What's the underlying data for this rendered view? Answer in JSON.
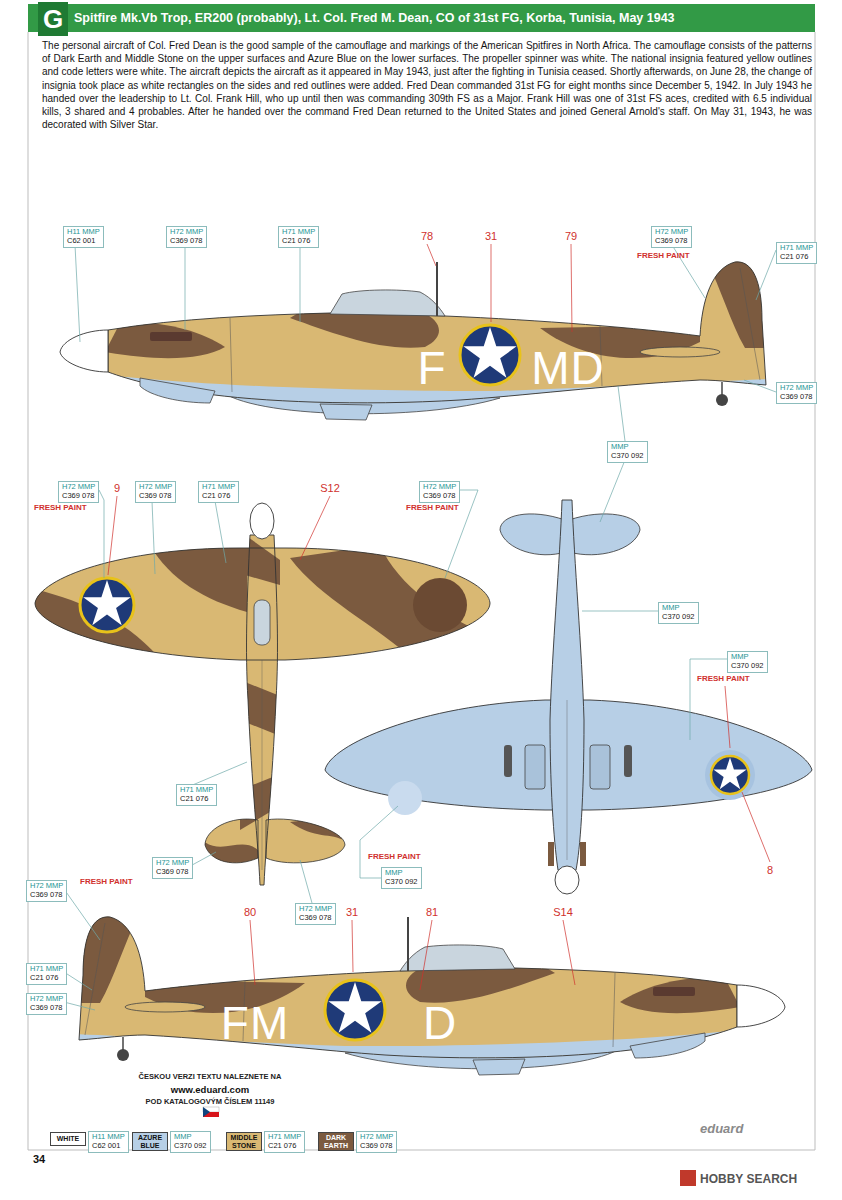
{
  "diagram": {
    "title": "Spitfire Mk.Vb Trop, ER200 (probably), Lt. Col. Fred M. Dean, CO of 31st FG, Korba, Tunisia, May 1943",
    "caption": "The personal aircraft of Col. Fred Dean is the good sample of the camouflage and markings of the American Spitfires in North Africa. The camouflage consists of the patterns of Dark Earth and Middle Stone on the upper surfaces and Azure Blue on the lower surfaces. The propeller spinner was white. The national insignia featured yellow outlines and code letters were white. The aircraft depicts the aircraft as it appeared in May 1943, just after the fighting in Tunisia ceased. Shortly afterwards, on June 28, the change of insignia took place as white rectangles on the sides and red outlines were added. Fred Dean commanded 31st FG for eight months since December 5, 1942. In July 1943 he handed over the leadership to Lt. Col. Frank Hill, who up until then was commanding 309th FS as a Major. Frank Hill was one of 31st FS aces, credited with 6.5 individual kills, 3 shared and 4 probables. After he handed over the command Fred Dean returned to the United States and joined General Arnold's staff. On May 31, 1943, he was decorated with Silver Star.",
    "nodes": [
      {
        "text": [
          "H11 MMP",
          "C62 001"
        ]
      },
      {
        "text": [
          "H72 MMP",
          "C369 078"
        ]
      },
      {
        "text": [
          "H71 MMP",
          "C21 076"
        ]
      },
      {
        "text": [
          "H72 MMP",
          "C369 078"
        ]
      },
      {
        "text": [
          "H71 MMP",
          "C21 076"
        ]
      },
      {
        "text": [
          "H72 MMP",
          "C369 078"
        ]
      },
      {
        "text": [
          "MMP",
          "C370 092"
        ]
      },
      {
        "text": [
          "H72 MMP",
          "C369 078"
        ]
      },
      {
        "text": [
          "H72 MMP",
          "C369 078"
        ]
      },
      {
        "text": [
          "H71 MMP",
          "C21 076"
        ]
      },
      {
        "text": [
          "H72 MMP",
          "C369 078"
        ]
      },
      {
        "text": [
          "H71 MMP",
          "C21 076"
        ]
      },
      {
        "text": [
          "H72 MMP",
          "C369 078"
        ]
      },
      {
        "text": [
          "H72 MMP",
          "C369 078"
        ]
      },
      {
        "text": [
          "MMP",
          "C370 092"
        ]
      },
      {
        "text": [
          "MMP",
          "C370 092"
        ]
      },
      {
        "text": [
          "MMP",
          "C370 092"
        ]
      },
      {
        "text": [
          "H72 MMP",
          "C369 078"
        ]
      },
      {
        "text": [
          "H71 MMP",
          "C21 076"
        ]
      },
      {
        "text": [
          "H72 MMP",
          "C369 078"
        ]
      },
      {
        "text": [
          "H11 MMP",
          "C62 001"
        ]
      },
      {
        "text": [
          "MMP",
          "C370 092"
        ]
      },
      {
        "text": [
          "H71 MMP",
          "C21 076"
        ]
      },
      {
        "text": [
          "H72 MMP",
          "C369 078"
        ]
      }
    ],
    "labels": [
      "G",
      "78",
      "31",
      "79",
      "FRESH PAINT",
      "F",
      "MD",
      "9",
      "FRESH PAINT",
      "S12",
      "FRESH PAINT",
      "FRESH PAINT",
      "8",
      "FRESH PAINT",
      "FRESH PAINT",
      "80",
      "31",
      "81",
      "S14",
      "FM",
      "D",
      "ČESKOU VERZI TEXTU NALEZNETE NA",
      "www.eduard.com",
      "POD KATALOGOVÝM ČÍSLEM 11149",
      "34",
      "eduard",
      "HOBBY SEARCH"
    ],
    "legend": [
      {
        "text": "WHITE",
        "color": "#ffffff"
      },
      {
        "text": "AZURE BLUE",
        "color": "#b7cfe6"
      },
      {
        "text": "MIDDLE STONE",
        "color": "#d9b873"
      },
      {
        "text": "DARK EARTH",
        "color": "#7b5a3f"
      }
    ]
  }
}
